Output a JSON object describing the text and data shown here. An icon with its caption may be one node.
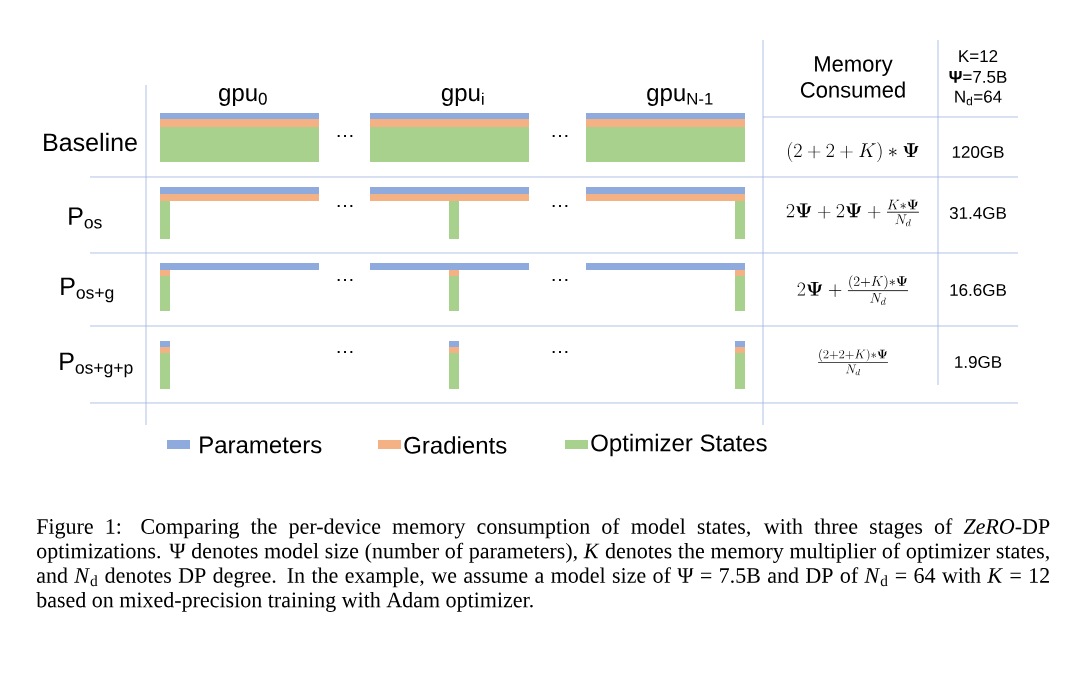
{
  "diagram": {
    "caption": "Figure 1: Comparing the per-device memory consumption of model states, with three stages of *ZeRO*-DP optimizations. Ψ denotes model size (number of parameters), *K* denotes the memory multiplier of optimizer states, and *N*$_{d}$ denotes DP degree. In the example, we assume a model size of Ψ = 7.5B and DP of *N*$_{d}$ = 64 with *K* = 12 based on mixed-precision training with Adam optimizer.",
    "labels": [
      "gpu$_{0}$",
      "gpu$_{i}$",
      "gpu$_{N-1}$",
      "Memory Consumed",
      "K=12",
      "**Ψ**=7.5B",
      "N$_{d}$=64",
      "Baseline",
      "…",
      "…",
      "(2 + 2 + K) * \\mathbf{\\Psi}",
      "120GB",
      "P$_{os}$",
      "…",
      "…",
      "2\\mathbf{\\Psi} + 2\\mathbf{\\Psi} + \\frac{K * \\mathbf{\\Psi}}{N_d}",
      "31.4GB",
      "P$_{os+g}$",
      "…",
      "…",
      "2\\mathbf{\\Psi} + \\frac{(2+ K) * \\mathbf{\\Psi}}{N_d}",
      "16.6GB",
      "P$_{os+g+p}$",
      "…",
      "…",
      "\\frac{(2+ 2+ K) * \\mathbf{\\Psi}}{N_d}",
      "1.9GB"
    ],
    "legend": [
      {
        "text": "Parameters",
        "color": "#8faadc"
      },
      {
        "text": "Gradients",
        "color": "#f4b183"
      },
      {
        "text": "Optimizer States",
        "color": "#a9d18e"
      }
    ]
  }
}
